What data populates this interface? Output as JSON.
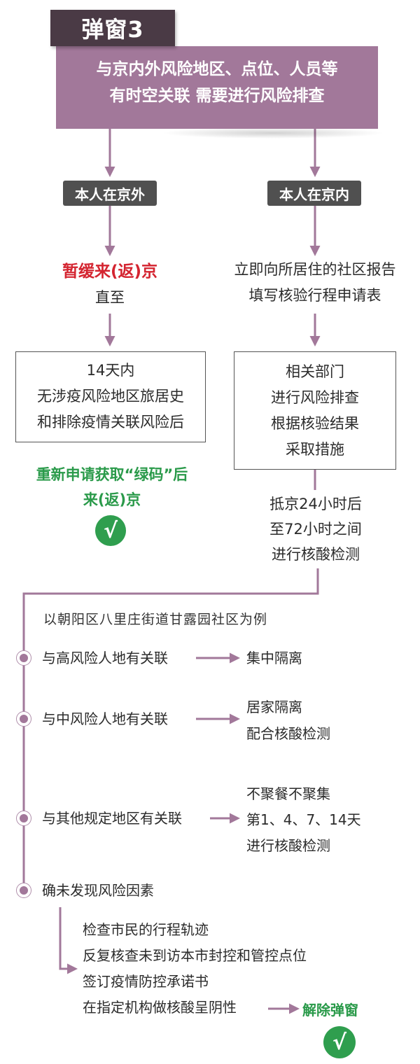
{
  "header": {
    "tag": "弹窗3",
    "line1": "与京内外风险地区、点位、人员等",
    "line2": "有时空关联  需要进行风险排查"
  },
  "left": {
    "pill": "本人在京外",
    "red_text": "暂缓来(返)京",
    "until": "直至",
    "box_lines": [
      "14天内",
      "无涉疫风险地区旅居史",
      "和排除疫情关联风险后"
    ],
    "green_line1": "重新申请获取“绿码”后",
    "green_line2": "来(返)京",
    "check": "√"
  },
  "right": {
    "pill": "本人在京内",
    "step1_line1": "立即向所居住的社区报告",
    "step1_line2": "填写核验行程申请表",
    "box_lines": [
      "相关部门",
      "进行风险排查",
      "根据核验结果",
      "采取措施"
    ],
    "after_lines": [
      "抵京24小时后",
      "至72小时之间",
      "进行核酸检测"
    ]
  },
  "example": {
    "caption": "以朝阳区八里庄街道甘露园社区为例",
    "rows": [
      {
        "label": "与高风险人地有关联",
        "results": [
          "集中隔离"
        ]
      },
      {
        "label": "与中风险人地有关联",
        "results": [
          "居家隔离",
          "配合核酸检测"
        ]
      },
      {
        "label": "与其他规定地区有关联",
        "results": [
          "不聚餐不聚集",
          "第1、4、7、14天",
          "进行核酸检测"
        ]
      },
      {
        "label": "确未发现风险因素",
        "results": []
      }
    ],
    "final_steps": [
      "检查市民的行程轨迹",
      "反复核查未到访本市封控和管控点位",
      "签订疫情防控承诺书",
      "在指定机构做核酸呈阴性"
    ],
    "release": "解除弹窗",
    "check": "√"
  },
  "colors": {
    "purple": "#a2789a",
    "dark_tag": "#4a3a45",
    "pill": "#505050",
    "red": "#d42430",
    "green": "#2a9a4a"
  }
}
